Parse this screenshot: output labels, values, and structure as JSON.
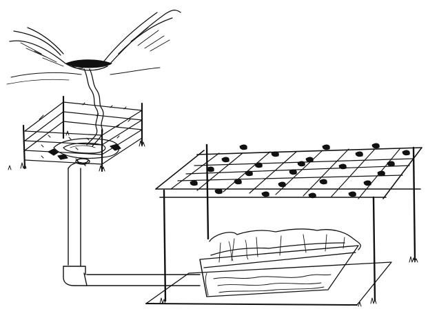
{
  "image": {
    "kind": "line-drawing",
    "palette": {
      "ink": "#111111",
      "paper": "#ffffff"
    },
    "components": [
      "hillside-spring",
      "stream",
      "fenced-pool",
      "barbed-wire-fence",
      "standpipe",
      "horizontal-pipe",
      "shade-arbor",
      "arbor-leaves",
      "lined-trough",
      "ground-slab"
    ]
  }
}
